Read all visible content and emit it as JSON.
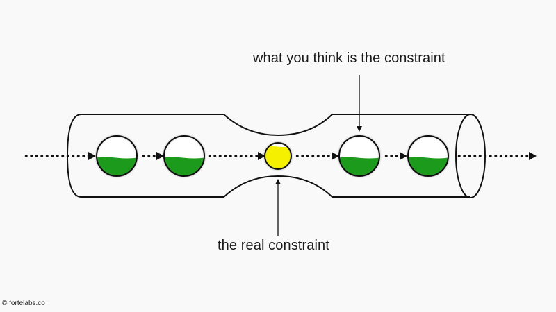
{
  "diagram": {
    "title": "Theory of constraints pipe diagram",
    "annotations": {
      "perceived_constraint": "what you think is the constraint",
      "real_constraint": "the real constraint"
    },
    "credit": "© fortelabs.co",
    "flow_direction": "left-to-right",
    "nodes": [
      {
        "id": "stage-1",
        "kind": "buffer",
        "fill_level": 0.45,
        "color": "#1a9a1a"
      },
      {
        "id": "stage-2",
        "kind": "buffer",
        "fill_level": 0.45,
        "color": "#1a9a1a"
      },
      {
        "id": "stage-3",
        "kind": "bottleneck",
        "fill_level": 0.85,
        "color": "#f5ef00"
      },
      {
        "id": "stage-4",
        "kind": "buffer",
        "fill_level": 0.45,
        "color": "#1a9a1a"
      },
      {
        "id": "stage-5",
        "kind": "buffer",
        "fill_level": 0.45,
        "color": "#1a9a1a"
      }
    ],
    "colors": {
      "background": "#f9f9f9",
      "stroke": "#111111",
      "green": "#1a9a1a",
      "yellow": "#f5ef00"
    }
  }
}
